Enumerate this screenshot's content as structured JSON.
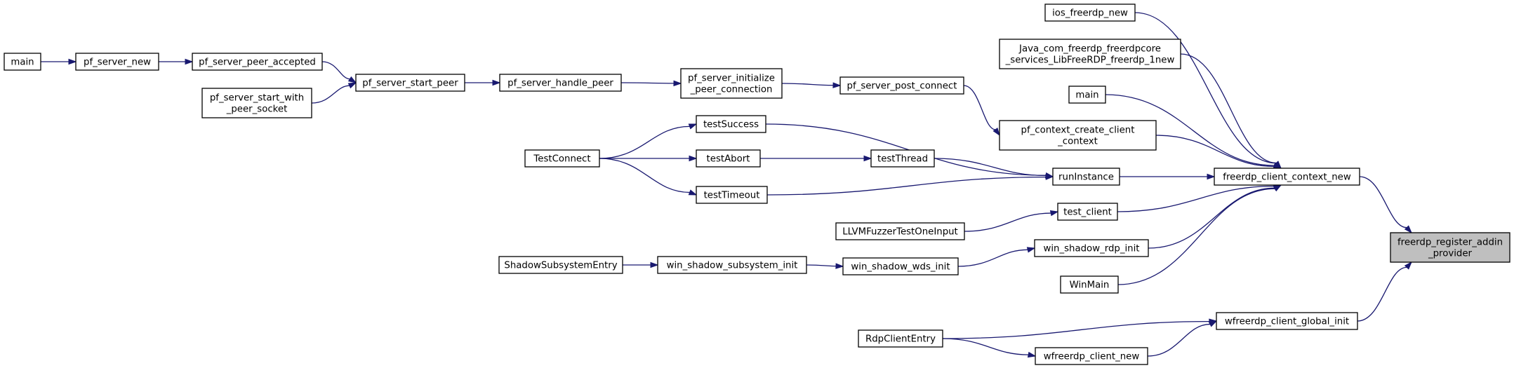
{
  "colors": {
    "edge": "#191970",
    "focus_fill": "#bfbfbf",
    "node_fill": "#ffffff",
    "node_stroke": "#000000"
  },
  "nodes": [
    {
      "id": "main_a",
      "lines": [
        "main"
      ]
    },
    {
      "id": "pf_server_new",
      "lines": [
        "pf_server_new"
      ]
    },
    {
      "id": "pf_server_peer_accepted",
      "lines": [
        "pf_server_peer_accepted"
      ]
    },
    {
      "id": "pf_server_start_with_peer_socket",
      "lines": [
        "pf_server_start_with",
        "_peer_socket"
      ]
    },
    {
      "id": "pf_server_start_peer",
      "lines": [
        "pf_server_start_peer"
      ]
    },
    {
      "id": "pf_server_handle_peer",
      "lines": [
        "pf_server_handle_peer"
      ]
    },
    {
      "id": "pf_server_initialize_peer_connection",
      "lines": [
        "pf_server_initialize",
        "_peer_connection"
      ]
    },
    {
      "id": "pf_server_post_connect",
      "lines": [
        "pf_server_post_connect"
      ]
    },
    {
      "id": "pf_context_create_client_context",
      "lines": [
        "pf_context_create_client",
        "_context"
      ]
    },
    {
      "id": "ios_freerdp_new",
      "lines": [
        "ios_freerdp_new"
      ]
    },
    {
      "id": "java_freerdp_new",
      "lines": [
        "Java_com_freerdp_freerdpcore",
        "_services_LibFreeRDP_freerdp_1new"
      ]
    },
    {
      "id": "main_b",
      "lines": [
        "main"
      ]
    },
    {
      "id": "TestConnect",
      "lines": [
        "TestConnect"
      ]
    },
    {
      "id": "testSuccess",
      "lines": [
        "testSuccess"
      ]
    },
    {
      "id": "testAbort",
      "lines": [
        "testAbort"
      ]
    },
    {
      "id": "testTimeout",
      "lines": [
        "testTimeout"
      ]
    },
    {
      "id": "testThread",
      "lines": [
        "testThread"
      ]
    },
    {
      "id": "runInstance",
      "lines": [
        "runInstance"
      ]
    },
    {
      "id": "LLVMFuzzerTestOneInput",
      "lines": [
        "LLVMFuzzerTestOneInput"
      ]
    },
    {
      "id": "test_client",
      "lines": [
        "test_client"
      ]
    },
    {
      "id": "ShadowSubsystemEntry",
      "lines": [
        "ShadowSubsystemEntry"
      ]
    },
    {
      "id": "win_shadow_subsystem_init",
      "lines": [
        "win_shadow_subsystem_init"
      ]
    },
    {
      "id": "win_shadow_wds_init",
      "lines": [
        "win_shadow_wds_init"
      ]
    },
    {
      "id": "win_shadow_rdp_init",
      "lines": [
        "win_shadow_rdp_init"
      ]
    },
    {
      "id": "WinMain",
      "lines": [
        "WinMain"
      ]
    },
    {
      "id": "freerdp_client_context_new",
      "lines": [
        "freerdp_client_context_new"
      ]
    },
    {
      "id": "RdpClientEntry",
      "lines": [
        "RdpClientEntry"
      ]
    },
    {
      "id": "wfreerdp_client_global_init",
      "lines": [
        "wfreerdp_client_global_init"
      ]
    },
    {
      "id": "wfreerdp_client_new",
      "lines": [
        "wfreerdp_client_new"
      ]
    },
    {
      "id": "freerdp_register_addin_provider",
      "lines": [
        "freerdp_register_addin",
        "_provider"
      ],
      "focus": true
    }
  ],
  "edges": [
    {
      "from": "main_a",
      "to": "pf_server_new"
    },
    {
      "from": "pf_server_new",
      "to": "pf_server_peer_accepted"
    },
    {
      "from": "pf_server_peer_accepted",
      "to": "pf_server_start_peer"
    },
    {
      "from": "pf_server_start_with_peer_socket",
      "to": "pf_server_start_peer"
    },
    {
      "from": "pf_server_start_peer",
      "to": "pf_server_handle_peer"
    },
    {
      "from": "pf_server_handle_peer",
      "to": "pf_server_initialize_peer_connection"
    },
    {
      "from": "pf_server_initialize_peer_connection",
      "to": "pf_server_post_connect"
    },
    {
      "from": "pf_server_post_connect",
      "to": "pf_context_create_client_context"
    },
    {
      "from": "pf_context_create_client_context",
      "to": "freerdp_client_context_new"
    },
    {
      "from": "ios_freerdp_new",
      "to": "freerdp_client_context_new"
    },
    {
      "from": "java_freerdp_new",
      "to": "freerdp_client_context_new"
    },
    {
      "from": "main_b",
      "to": "freerdp_client_context_new"
    },
    {
      "from": "TestConnect",
      "to": "testSuccess"
    },
    {
      "from": "TestConnect",
      "to": "testAbort"
    },
    {
      "from": "TestConnect",
      "to": "testTimeout"
    },
    {
      "from": "testSuccess",
      "to": "runInstance"
    },
    {
      "from": "testAbort",
      "to": "testThread"
    },
    {
      "from": "testThread",
      "to": "runInstance"
    },
    {
      "from": "testTimeout",
      "to": "runInstance"
    },
    {
      "from": "runInstance",
      "to": "freerdp_client_context_new"
    },
    {
      "from": "LLVMFuzzerTestOneInput",
      "to": "test_client"
    },
    {
      "from": "test_client",
      "to": "freerdp_client_context_new"
    },
    {
      "from": "ShadowSubsystemEntry",
      "to": "win_shadow_subsystem_init"
    },
    {
      "from": "win_shadow_subsystem_init",
      "to": "win_shadow_wds_init"
    },
    {
      "from": "win_shadow_wds_init",
      "to": "win_shadow_rdp_init"
    },
    {
      "from": "win_shadow_rdp_init",
      "to": "freerdp_client_context_new"
    },
    {
      "from": "WinMain",
      "to": "freerdp_client_context_new"
    },
    {
      "from": "freerdp_client_context_new",
      "to": "freerdp_register_addin_provider"
    },
    {
      "from": "RdpClientEntry",
      "to": "wfreerdp_client_global_init"
    },
    {
      "from": "RdpClientEntry",
      "to": "wfreerdp_client_new"
    },
    {
      "from": "wfreerdp_client_new",
      "to": "wfreerdp_client_global_init"
    },
    {
      "from": "wfreerdp_client_global_init",
      "to": "freerdp_register_addin_provider"
    }
  ]
}
